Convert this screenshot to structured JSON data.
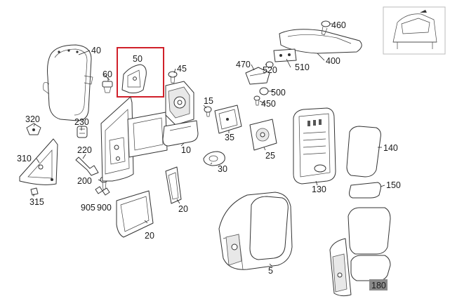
{
  "diagram": {
    "callouts": [
      {
        "id": "40",
        "label": "40"
      },
      {
        "id": "50",
        "label": "50",
        "highlighted": true
      },
      {
        "id": "60",
        "label": "60"
      },
      {
        "id": "45",
        "label": "45"
      },
      {
        "id": "320",
        "label": "320"
      },
      {
        "id": "230",
        "label": "230"
      },
      {
        "id": "220",
        "label": "220"
      },
      {
        "id": "310",
        "label": "310"
      },
      {
        "id": "200",
        "label": "200"
      },
      {
        "id": "315",
        "label": "315"
      },
      {
        "id": "905",
        "label": "905"
      },
      {
        "id": "900",
        "label": "900"
      },
      {
        "id": "15",
        "label": "15"
      },
      {
        "id": "10",
        "label": "10"
      },
      {
        "id": "35",
        "label": "35"
      },
      {
        "id": "30",
        "label": "30"
      },
      {
        "id": "25",
        "label": "25"
      },
      {
        "id": "20a",
        "label": "20"
      },
      {
        "id": "20b",
        "label": "20"
      },
      {
        "id": "470",
        "label": "470"
      },
      {
        "id": "520",
        "label": "520"
      },
      {
        "id": "510",
        "label": "510"
      },
      {
        "id": "500",
        "label": "500"
      },
      {
        "id": "450",
        "label": "450"
      },
      {
        "id": "460",
        "label": "460"
      },
      {
        "id": "400",
        "label": "400"
      },
      {
        "id": "130",
        "label": "130"
      },
      {
        "id": "140",
        "label": "140"
      },
      {
        "id": "150",
        "label": "150"
      },
      {
        "id": "5",
        "label": "5"
      },
      {
        "id": "180",
        "label": "180",
        "badge": true
      }
    ],
    "colors": {
      "highlight": "#d0202a",
      "badge": "#8a8a8a",
      "line": "#333333"
    }
  }
}
